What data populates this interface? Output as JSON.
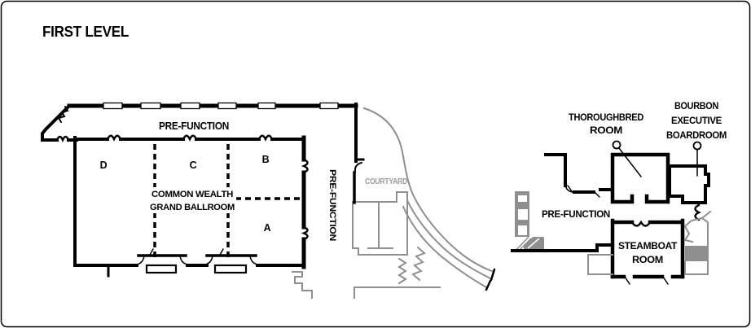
{
  "title": "FIRST LEVEL",
  "colors": {
    "ink": "#000000",
    "gray": "#8f8f8f",
    "background": "#ffffff"
  },
  "ballroom_complex": {
    "prefunction_top_label": "PRE-FUNCTION",
    "prefunction_side_label": "PRE-FUNCTION",
    "name_line1": "COMMON WEALTH",
    "name_line2": "GRAND BALLROOM",
    "section_d": "D",
    "section_c": "C",
    "section_b": "B",
    "section_a": "A"
  },
  "courtyard": {
    "label": "COURTYARD"
  },
  "right_wing": {
    "prefunction_label": "PRE-FUNCTION",
    "thoroughbred_room": {
      "line1": "THOROUGHBRED",
      "line2": "ROOM"
    },
    "bourbon_boardroom": {
      "line1": "BOURBON",
      "line2": "EXECUTIVE",
      "line3": "BOARDROOM"
    },
    "steamboat_room": {
      "line1": "STEAMBOAT",
      "line2": "ROOM"
    }
  }
}
